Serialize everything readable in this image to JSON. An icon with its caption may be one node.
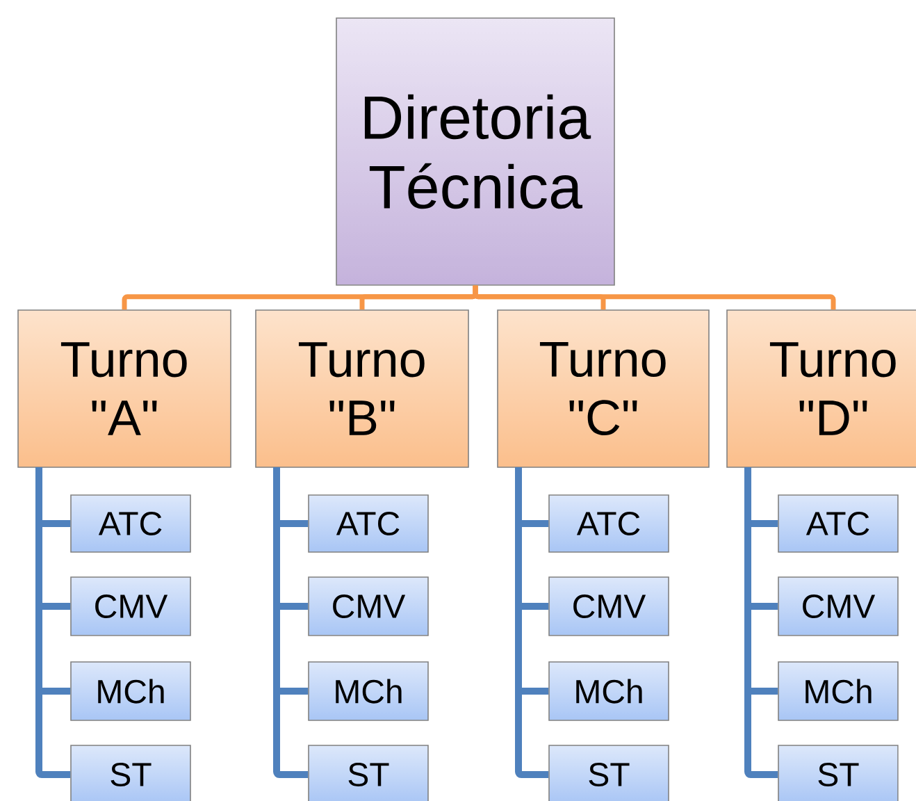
{
  "diagram": {
    "nodes": [
      {
        "text": [
          "Diretoria Técnica"
        ]
      },
      {
        "text": [
          "Turno \"A\""
        ]
      },
      {
        "text": [
          "Turno \"B\""
        ]
      },
      {
        "text": [
          "Turno \"C\""
        ]
      },
      {
        "text": [
          "Turno \"D\""
        ]
      },
      {
        "text": [
          "ATC"
        ]
      },
      {
        "text": [
          "CMV"
        ]
      },
      {
        "text": [
          "MCh"
        ]
      },
      {
        "text": [
          "ST"
        ]
      },
      {
        "text": [
          "ATC"
        ]
      },
      {
        "text": [
          "CMV"
        ]
      },
      {
        "text": [
          "MCh"
        ]
      },
      {
        "text": [
          "ST"
        ]
      },
      {
        "text": [
          "ATC"
        ]
      },
      {
        "text": [
          "CMV"
        ]
      },
      {
        "text": [
          "MCh"
        ]
      },
      {
        "text": [
          "ST"
        ]
      },
      {
        "text": [
          "ATC"
        ]
      },
      {
        "text": [
          "CMV"
        ]
      },
      {
        "text": [
          "MCh"
        ]
      },
      {
        "text": [
          "ST"
        ]
      }
    ],
    "edges": [
      {
        "from": 0,
        "to": 1,
        "arrow": "none",
        "color": "#f79646"
      },
      {
        "from": 0,
        "to": 2,
        "arrow": "none",
        "color": "#f79646"
      },
      {
        "from": 0,
        "to": 3,
        "arrow": "none",
        "color": "#f79646"
      },
      {
        "from": 0,
        "to": 4,
        "arrow": "none",
        "color": "#f79646"
      },
      {
        "from": 1,
        "to": 5,
        "arrow": "none"
      },
      {
        "from": 1,
        "to": 6,
        "arrow": "none"
      },
      {
        "from": 1,
        "to": 7,
        "arrow": "none"
      },
      {
        "from": 1,
        "to": 8,
        "arrow": "none"
      },
      {
        "from": 2,
        "to": 9,
        "arrow": "none"
      },
      {
        "from": 2,
        "to": 10,
        "arrow": "none"
      },
      {
        "from": 2,
        "to": 11,
        "arrow": "none"
      },
      {
        "from": 2,
        "to": 12,
        "arrow": "none"
      },
      {
        "from": 3,
        "to": 13,
        "arrow": "none"
      },
      {
        "from": 3,
        "to": 14,
        "arrow": "none"
      },
      {
        "from": 3,
        "to": 15,
        "arrow": "none"
      },
      {
        "from": 3,
        "to": 16,
        "arrow": "none"
      },
      {
        "from": 4,
        "to": 17,
        "arrow": "none"
      },
      {
        "from": 4,
        "to": 18,
        "arrow": "none"
      },
      {
        "from": 4,
        "to": 19,
        "arrow": "none"
      },
      {
        "from": 4,
        "to": 20,
        "arrow": "none"
      }
    ]
  }
}
